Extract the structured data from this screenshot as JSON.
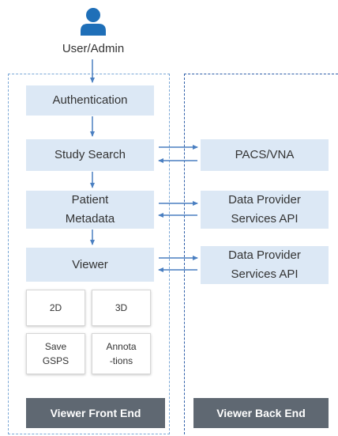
{
  "user": {
    "label": "User/Admin",
    "icon": "user-icon",
    "icon_color": "#1f6fb8"
  },
  "front_end": {
    "steps": [
      {
        "id": "authentication",
        "label": "Authentication"
      },
      {
        "id": "study-search",
        "label": "Study Search"
      },
      {
        "id": "patient-metadata",
        "label": "Patient\nMetadata"
      },
      {
        "id": "viewer",
        "label": "Viewer"
      }
    ],
    "viewer_features": [
      {
        "id": "2d",
        "label": "2D"
      },
      {
        "id": "3d",
        "label": "3D"
      },
      {
        "id": "save-gsps",
        "label": "Save\nGSPS"
      },
      {
        "id": "annotations",
        "label": "Annota\n-tions"
      }
    ],
    "footer_label": "Viewer Front End"
  },
  "back_end": {
    "services": [
      {
        "id": "pacs-vna",
        "label": "PACS/VNA"
      },
      {
        "id": "data-provider-1",
        "label": "Data Provider\nServices API"
      },
      {
        "id": "data-provider-2",
        "label": "Data Provider\nServices API"
      }
    ],
    "footer_label": "Viewer Back End"
  },
  "colors": {
    "box_fill": "#dce8f5",
    "arrow": "#4a7fc1",
    "footer_fill": "#5f6872",
    "front_frame": "#7aa7d6",
    "back_frame": "#2e5ea8"
  }
}
